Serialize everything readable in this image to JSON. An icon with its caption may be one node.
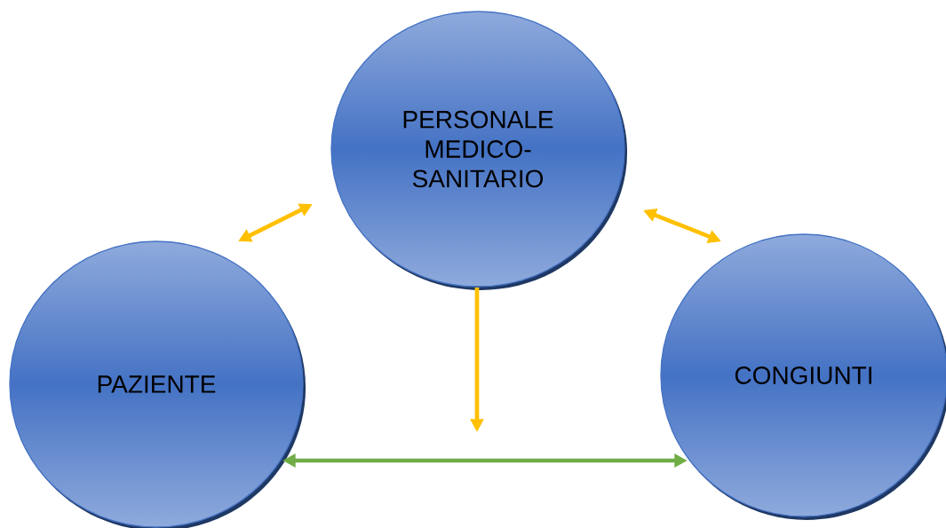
{
  "diagram": {
    "nodes": [
      {
        "text": [
          "PERSONALE MEDICO-SANITARIO"
        ]
      },
      {
        "text": [
          "PAZIENTE"
        ]
      },
      {
        "text": [
          "CONGIUNTI"
        ]
      }
    ],
    "edges": [
      {
        "from": 0,
        "to": 1,
        "arrow": "both"
      },
      {
        "from": 0,
        "to": 2,
        "arrow": "both"
      },
      {
        "from": 0,
        "to": null,
        "arrow": "to"
      },
      {
        "from": 1,
        "to": 2,
        "arrow": "both",
        "color": "#70ad47"
      }
    ]
  }
}
